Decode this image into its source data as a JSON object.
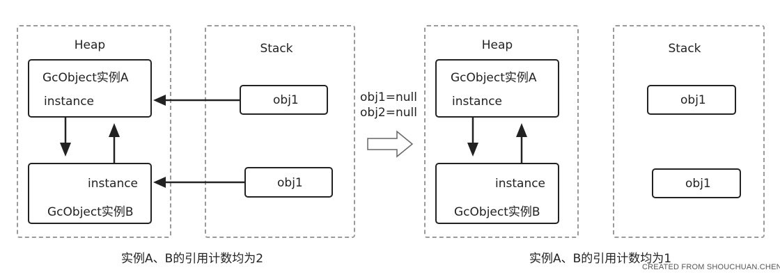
{
  "left": {
    "heap": {
      "title": "Heap",
      "instance_a": {
        "name": "GcObject实例A",
        "field": "instance"
      },
      "instance_b": {
        "name": "GcObject实例B",
        "field": "instance"
      }
    },
    "stack": {
      "title": "Stack",
      "var_top": "obj1",
      "var_bottom": "obj1"
    },
    "caption": "实例A、B的引用计数均为2"
  },
  "transition": {
    "line1": "obj1=null",
    "line2": "obj2=null"
  },
  "right": {
    "heap": {
      "title": "Heap",
      "instance_a": {
        "name": "GcObject实例A",
        "field": "instance"
      },
      "instance_b": {
        "name": "GcObject实例B",
        "field": "instance"
      }
    },
    "stack": {
      "title": "Stack",
      "var_top": "obj1",
      "var_bottom": "obj1"
    },
    "caption": "实例A、B的引用计数均为1"
  },
  "credit": "CREATED FROM SHOUCHUAN.CHEN"
}
